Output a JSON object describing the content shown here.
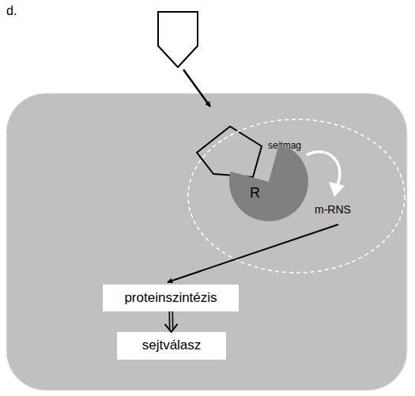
{
  "diagram": {
    "nodes": [
      {
        "text": [
          "sejtmag"
        ]
      },
      {
        "text": [
          "R"
        ],
        "in": 0
      },
      {
        "text": [
          "proteinszintézis"
        ]
      },
      {
        "text": [
          "sejtválasz"
        ]
      }
    ],
    "edges": [
      {
        "from": 2,
        "to": 3,
        "arrow": "to"
      }
    ],
    "labels": [
      "d.",
      "m-RNS"
    ]
  }
}
